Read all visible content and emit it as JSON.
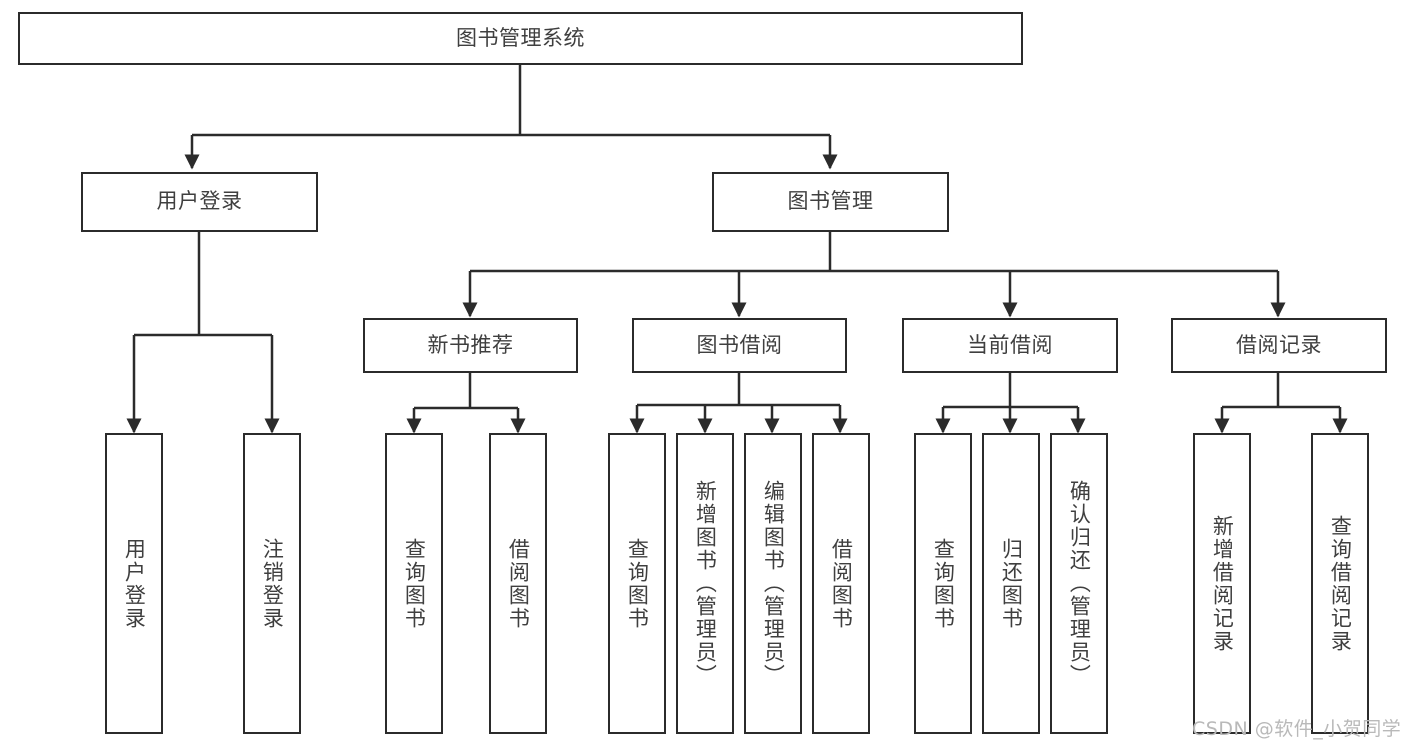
{
  "diagram": {
    "title_node": "图书管理系统",
    "orientation": "top-down-tree",
    "box_border_color": "#2b2b2b",
    "text_color": "#3f3f3f",
    "edge_color": "#2b2b2b",
    "background_color": "#ffffff",
    "level1": [
      {
        "id": "user-login",
        "label": "用户登录"
      },
      {
        "id": "book-manage",
        "label": "图书管理"
      }
    ],
    "level2": [
      {
        "id": "new-book-recommend",
        "label": "新书推荐"
      },
      {
        "id": "book-borrow",
        "label": "图书借阅"
      },
      {
        "id": "current-borrow",
        "label": "当前借阅"
      },
      {
        "id": "borrow-record",
        "label": "借阅记录"
      }
    ],
    "leaves": {
      "user_login": [
        {
          "id": "leaf-user-login",
          "label": "用户登录"
        },
        {
          "id": "leaf-logout-login",
          "label": "注销登录"
        }
      ],
      "new_book_recommend": [
        {
          "id": "leaf-query-book-1",
          "label": "查询图书"
        },
        {
          "id": "leaf-borrow-book-1",
          "label": "借阅图书"
        }
      ],
      "book_borrow": [
        {
          "id": "leaf-query-book-2",
          "label": "查询图书"
        },
        {
          "id": "leaf-add-book-admin",
          "label": "新增图书（管理员）"
        },
        {
          "id": "leaf-edit-book-admin",
          "label": "编辑图书（管理员）"
        },
        {
          "id": "leaf-borrow-book-2",
          "label": "借阅图书"
        }
      ],
      "current_borrow": [
        {
          "id": "leaf-query-book-3",
          "label": "查询图书"
        },
        {
          "id": "leaf-return-book",
          "label": "归还图书"
        },
        {
          "id": "leaf-confirm-return-admin",
          "label": "确认归还（管理员）"
        }
      ],
      "borrow_record": [
        {
          "id": "leaf-add-borrow-record",
          "label": "新增借阅记录"
        },
        {
          "id": "leaf-query-borrow-record",
          "label": "查询借阅记录"
        }
      ]
    }
  },
  "watermark": {
    "text": "CSDN @软件_小贺同学"
  }
}
